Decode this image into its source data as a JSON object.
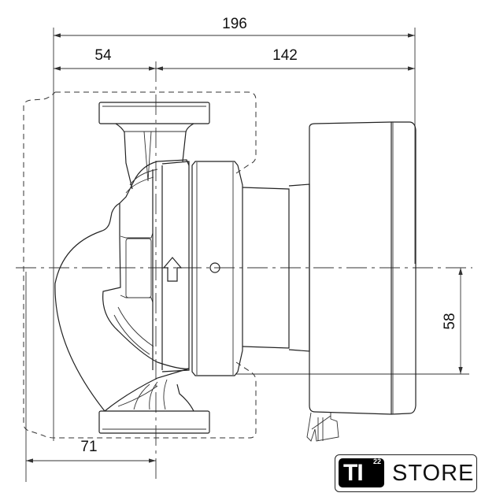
{
  "drawing": {
    "title": "Circulation pump dimension drawing",
    "dimensions": {
      "overall_length": "196",
      "left_to_axis": "54",
      "axis_to_right": "142",
      "bottom_left_to_axis": "71",
      "axis_to_bottom_motor": "58"
    }
  },
  "logo": {
    "brand": "TI",
    "superscript": "22",
    "store": "STORE"
  }
}
